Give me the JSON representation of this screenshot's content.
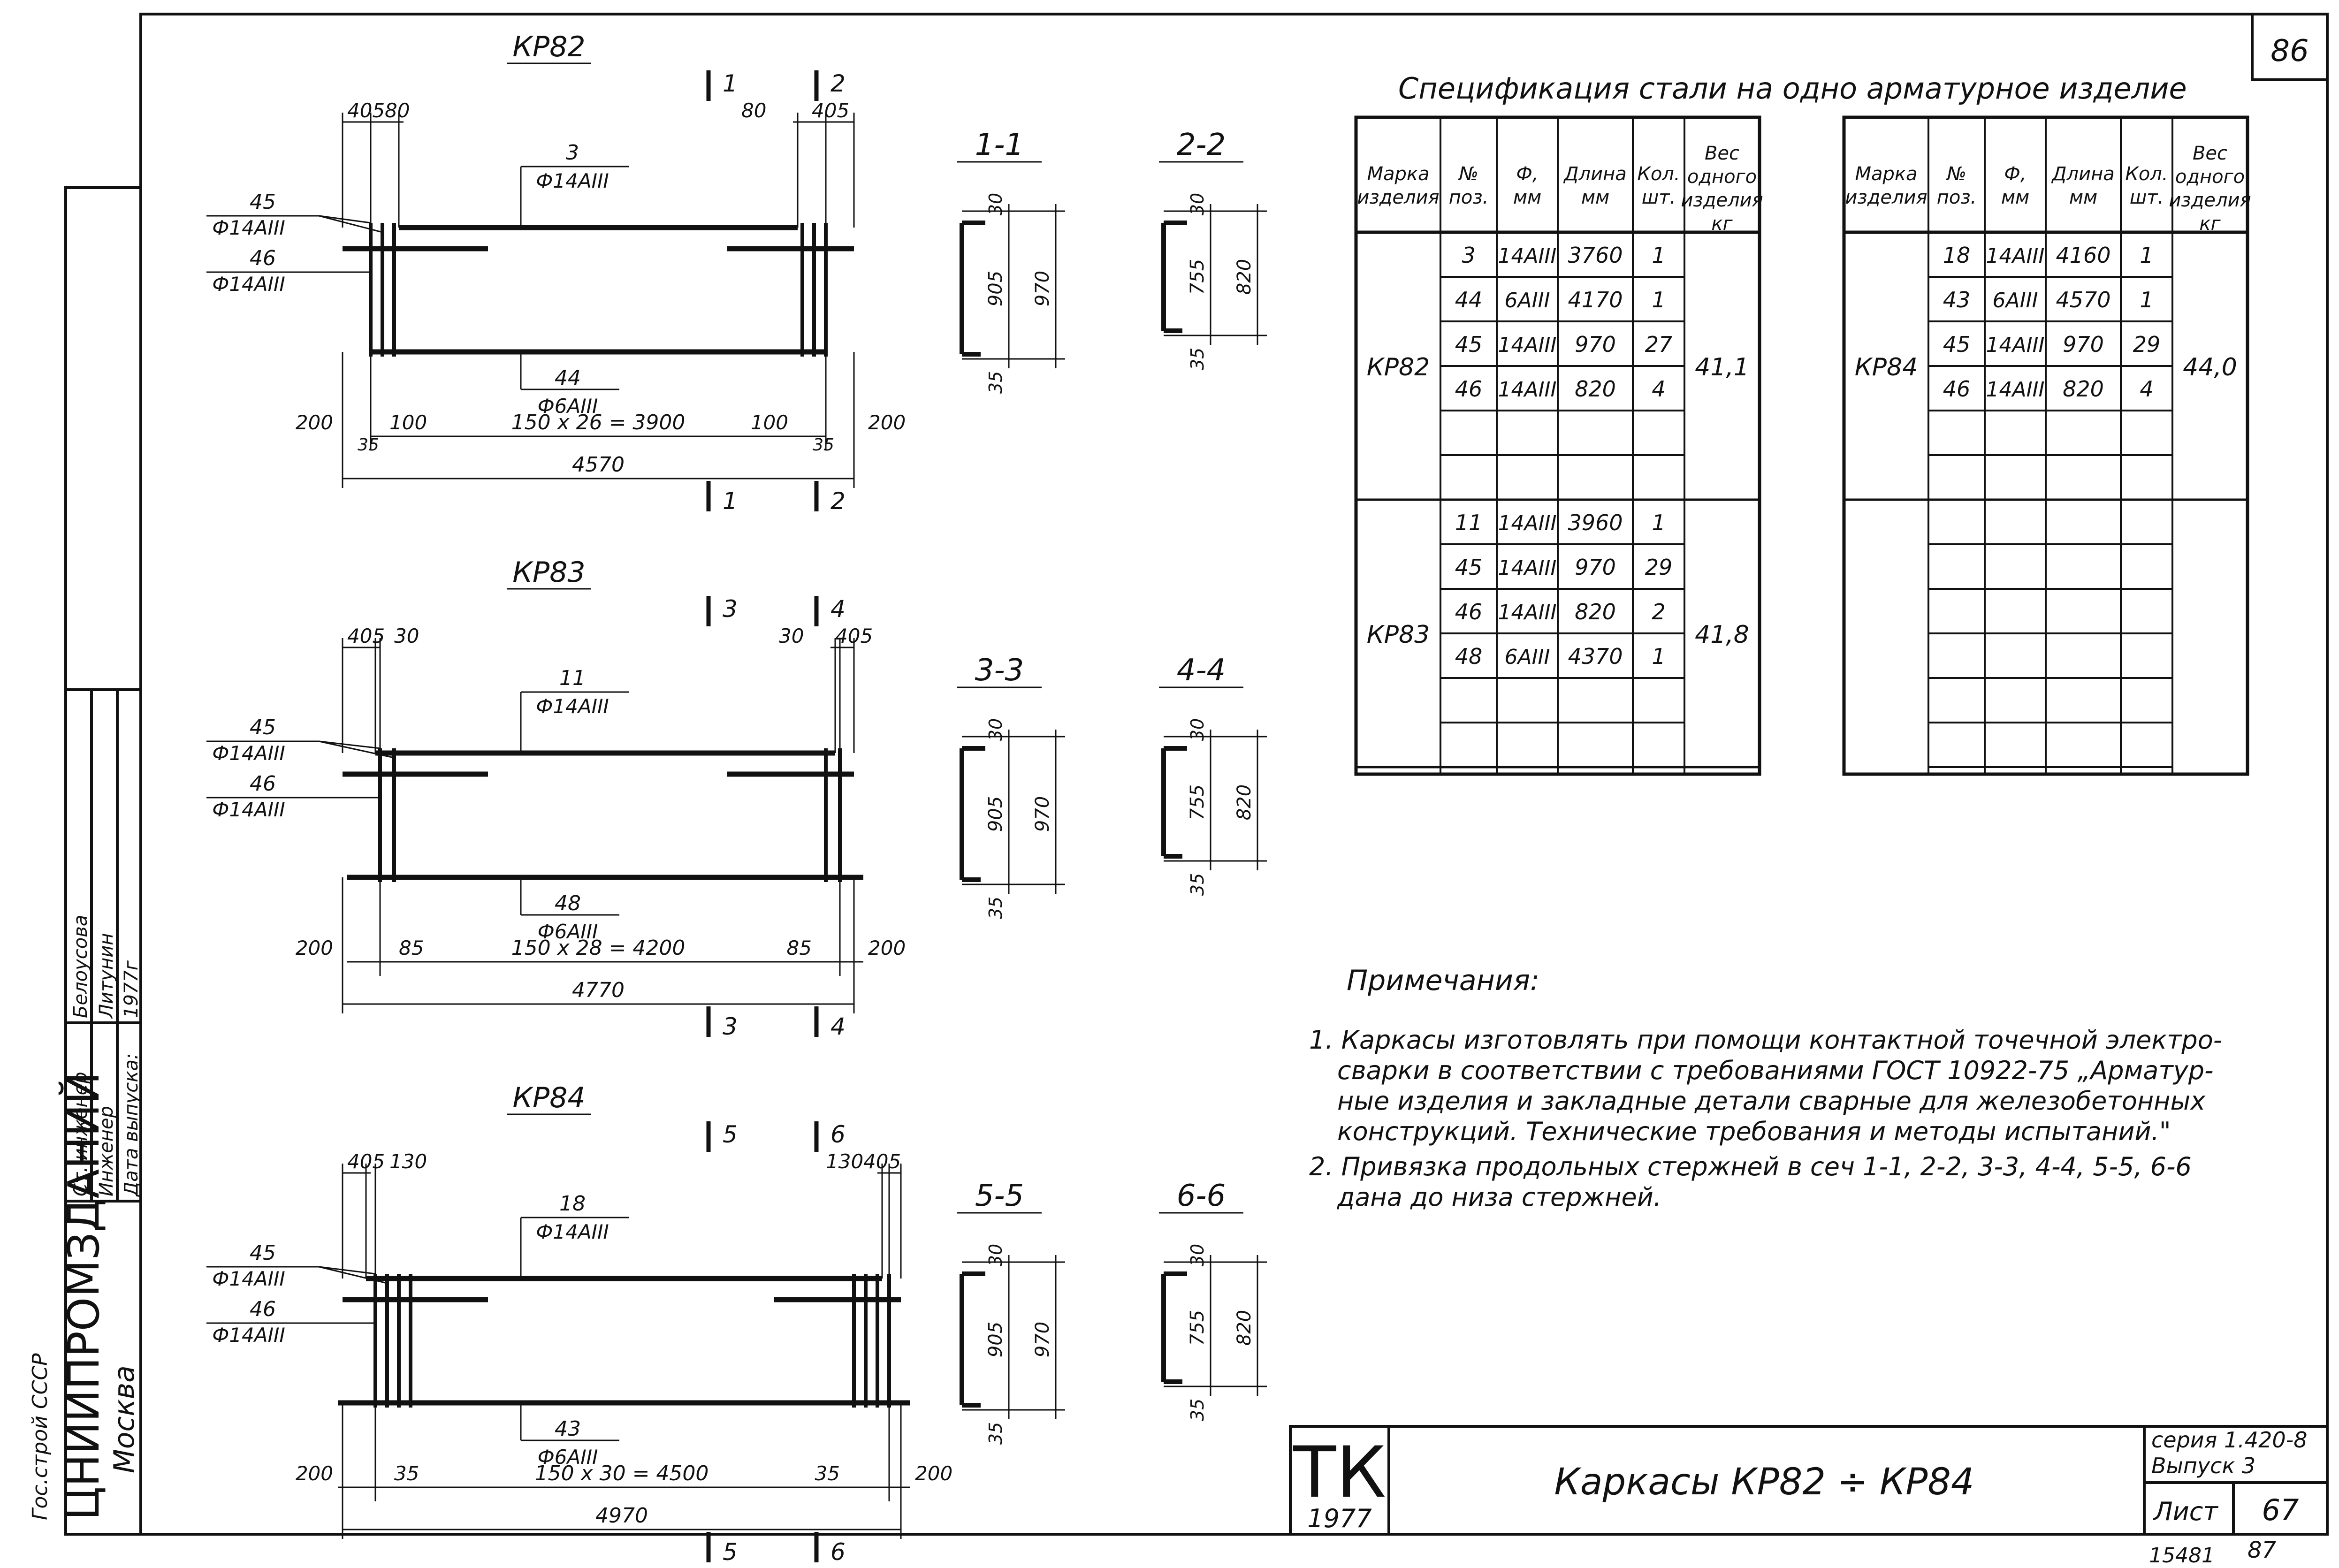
{
  "sheet_number": "86",
  "spec_title": "Спецификация стали на одно арматурное изделие",
  "spec_headers": [
    "Марка изделия",
    "№ поз.",
    "Ф, мм",
    "Длина мм",
    "Кол. шт.",
    "Вес одного изделия кг"
  ],
  "spec_left": [
    {
      "mark": "КР82",
      "weight": "41,1",
      "rows": [
        [
          "3",
          "14АIII",
          "3760",
          "1"
        ],
        [
          "44",
          "6АIII",
          "4170",
          "1"
        ],
        [
          "45",
          "14АIII",
          "970",
          "27"
        ],
        [
          "46",
          "14АIII",
          "820",
          "4"
        ]
      ]
    },
    {
      "mark": "КР83",
      "weight": "41,8",
      "rows": [
        [
          "11",
          "14АIII",
          "3960",
          "1"
        ],
        [
          "45",
          "14АIII",
          "970",
          "29"
        ],
        [
          "46",
          "14АIII",
          "820",
          "2"
        ],
        [
          "48",
          "6АIII",
          "4370",
          "1"
        ]
      ]
    }
  ],
  "spec_right": [
    {
      "mark": "КР84",
      "weight": "44,0",
      "rows": [
        [
          "18",
          "14АIII",
          "4160",
          "1"
        ],
        [
          "43",
          "6АIII",
          "4570",
          "1"
        ],
        [
          "45",
          "14АIII",
          "970",
          "29"
        ],
        [
          "46",
          "14АIII",
          "820",
          "4"
        ]
      ]
    }
  ],
  "frames": [
    {
      "title": "КР82",
      "cuts": [
        "1",
        "2"
      ],
      "left_ext": "405",
      "left_off": "80",
      "right_off": "80",
      "right_ext": "405",
      "top_pos": "3",
      "top_dia": "Ф14АIII",
      "bot_pos": "44",
      "bot_dia": "Ф6АIII",
      "end_left": "200",
      "end_right": "200",
      "sub_left": "35",
      "sub_right": "35",
      "gap_left": "100",
      "gap_right": "100",
      "mid": "150 x 26 = 3900",
      "total": "4570",
      "sec1": "1-1",
      "sec2": "2-2",
      "v45": "45",
      "v46": "46",
      "d45": "Ф14АIII",
      "d46": "Ф14АIII"
    },
    {
      "title": "КР83",
      "cuts": [
        "3",
        "4"
      ],
      "left_ext": "405",
      "left_off": "30",
      "right_off": "30",
      "right_ext": "405",
      "top_pos": "11",
      "top_dia": "Ф14АIII",
      "bot_pos": "48",
      "bot_dia": "Ф6АIII",
      "end_left": "200",
      "end_right": "200",
      "sub_left": "",
      "sub_right": "",
      "gap_left": "85",
      "gap_right": "85",
      "mid": "150 x 28 = 4200",
      "total": "4770",
      "sec1": "3-3",
      "sec2": "4-4",
      "v45": "45",
      "v46": "46",
      "d45": "Ф14АIII",
      "d46": "Ф14АIII"
    },
    {
      "title": "КР84",
      "cuts": [
        "5",
        "6"
      ],
      "left_ext": "405",
      "left_off": "130",
      "right_off": "130",
      "right_ext": "405",
      "top_pos": "18",
      "top_dia": "Ф14АIII",
      "bot_pos": "43",
      "bot_dia": "Ф6АIII",
      "end_left": "200",
      "end_right": "200",
      "sub_left": "",
      "sub_right": "",
      "gap_left": "35",
      "gap_right": "35",
      "mid": "150 x 30 = 4500",
      "total": "4970",
      "sec1": "5-5",
      "sec2": "6-6",
      "v45": "45",
      "v46": "46",
      "d45": "Ф14АIII",
      "d46": "Ф14АIII"
    }
  ],
  "section_dims": {
    "a_top": "30",
    "a_mid": "905",
    "a_tot": "970",
    "a_bot": "35",
    "b_top": "30",
    "b_mid": "755",
    "b_tot": "820",
    "b_bot": "35"
  },
  "notes_title": "Примечания:",
  "notes": [
    "1. Каркасы изготовлять при помощи контактной точечной электро-",
    "сварки в соответствии с требованиями ГОСТ 10922-75 „Арматур-",
    "ные изделия и закладные детали сварные для железобетонных",
    "конструкций. Технические требования и методы испытаний.\"",
    "2. Привязка продольных стержней в сеч 1-1, 2-2, 3-3, 4-4, 5-5, 6-6",
    "дана до низа стержней."
  ],
  "stamp": {
    "tk": "ТК",
    "year": "1977",
    "title": "Каркасы КР82 ÷ КР84",
    "series": "серия 1.420-8",
    "issue": "Выпуск 3",
    "sheet_label": "Лист",
    "sheet": "67"
  },
  "sidebar": {
    "org": "ЦНИИПРОМЗДАНИЙ",
    "city": "Москва",
    "org_top": "Гос.строй СССР",
    "roles": [
      "Ст. инженер",
      "Инженер",
      "Дата выпуска:"
    ],
    "names": [
      "Белоусова",
      "Литунин",
      "1977г"
    ]
  },
  "footer": {
    "left": "15481",
    "right": "87"
  }
}
